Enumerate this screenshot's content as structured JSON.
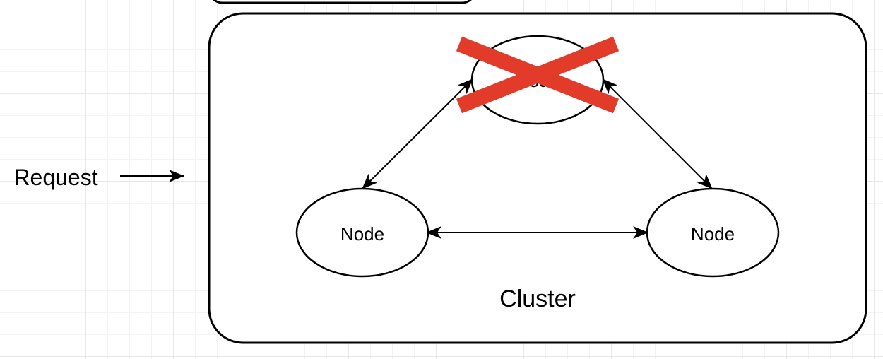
{
  "request_label": "Request",
  "cluster": {
    "label": "Cluster",
    "nodes": [
      {
        "label": "Node",
        "status": "failed"
      },
      {
        "label": "Node",
        "status": "active"
      },
      {
        "label": "Node",
        "status": "active"
      }
    ]
  },
  "colors": {
    "stroke": "#000000",
    "fail_mark": "#e23b2a"
  }
}
